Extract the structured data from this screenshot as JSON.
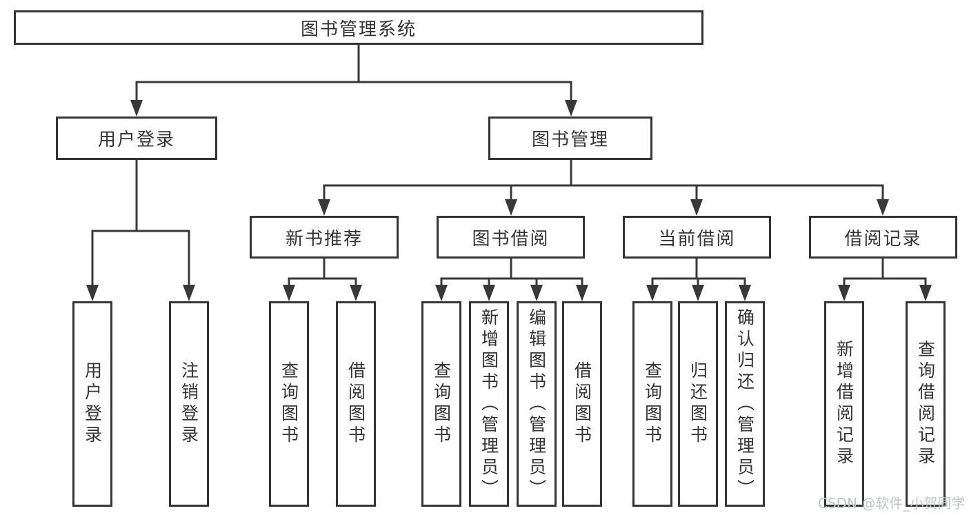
{
  "nodes": {
    "root": {
      "label": "图书管理系统"
    },
    "user_login": {
      "label": "用户登录"
    },
    "book_mgmt": {
      "label": "图书管理"
    },
    "new_book_rec": {
      "label": "新书推荐"
    },
    "book_borrow": {
      "label": "图书借阅"
    },
    "current_borrow": {
      "label": "当前借阅"
    },
    "borrow_records": {
      "label": "借阅记录"
    },
    "leaf_user_login": {
      "label": "用户登录"
    },
    "leaf_logout": {
      "label": "注销登录"
    },
    "leaf_rec_query": {
      "label": "查询图书"
    },
    "leaf_rec_borrow": {
      "label": "借阅图书"
    },
    "leaf_bb_query": {
      "label": "查询图书"
    },
    "leaf_bb_add": {
      "label": "新增图书（管理员）"
    },
    "leaf_bb_edit": {
      "label": "编辑图书（管理员）"
    },
    "leaf_bb_borrow": {
      "label": "借阅图书"
    },
    "leaf_cb_query": {
      "label": "查询图书"
    },
    "leaf_cb_return": {
      "label": "归还图书"
    },
    "leaf_cb_confirm": {
      "label": "确认归还（管理员）"
    },
    "leaf_br_add": {
      "label": "新增借阅记录"
    },
    "leaf_br_query": {
      "label": "查询借阅记录"
    }
  },
  "edges": [
    {
      "from": "root",
      "to": "user_login"
    },
    {
      "from": "root",
      "to": "book_mgmt"
    },
    {
      "from": "user_login",
      "to": "leaf_user_login"
    },
    {
      "from": "user_login",
      "to": "leaf_logout"
    },
    {
      "from": "book_mgmt",
      "to": "new_book_rec"
    },
    {
      "from": "book_mgmt",
      "to": "book_borrow"
    },
    {
      "from": "book_mgmt",
      "to": "current_borrow"
    },
    {
      "from": "book_mgmt",
      "to": "borrow_records"
    },
    {
      "from": "new_book_rec",
      "to": "leaf_rec_query"
    },
    {
      "from": "new_book_rec",
      "to": "leaf_rec_borrow"
    },
    {
      "from": "book_borrow",
      "to": "leaf_bb_query"
    },
    {
      "from": "book_borrow",
      "to": "leaf_bb_add"
    },
    {
      "from": "book_borrow",
      "to": "leaf_bb_edit"
    },
    {
      "from": "book_borrow",
      "to": "leaf_bb_borrow"
    },
    {
      "from": "current_borrow",
      "to": "leaf_cb_query"
    },
    {
      "from": "current_borrow",
      "to": "leaf_cb_return"
    },
    {
      "from": "current_borrow",
      "to": "leaf_cb_confirm"
    },
    {
      "from": "borrow_records",
      "to": "leaf_br_add"
    },
    {
      "from": "borrow_records",
      "to": "leaf_br_query"
    }
  ],
  "watermark": "CSDN @软件_小贺同学",
  "colors": {
    "line": "#383838",
    "box_border": "#343434",
    "text": "#333333",
    "watermark": "#c2c5c8",
    "background": "#ffffff"
  }
}
